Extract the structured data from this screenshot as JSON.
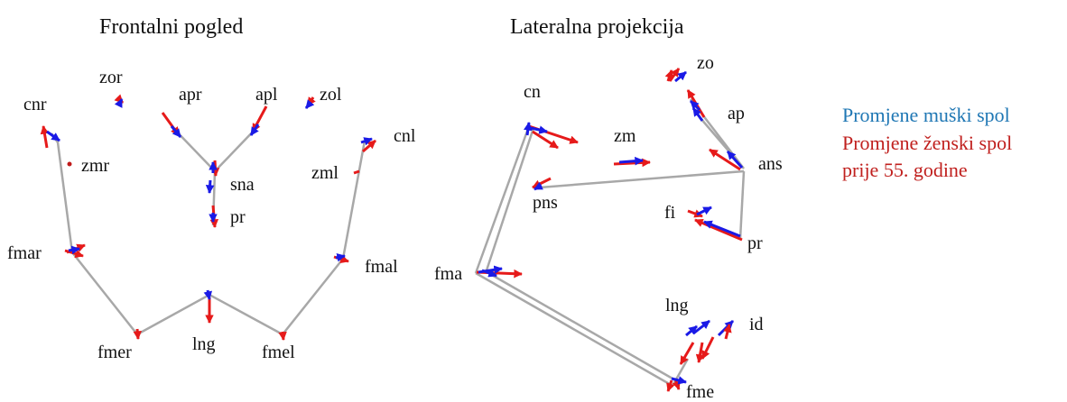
{
  "titles": {
    "frontal": "Frontalni pogled",
    "lateral": "Lateralna projekcija"
  },
  "legend": {
    "male": "Promjene muški spol",
    "female_line1": "Promjene ženski spol",
    "female_line2": "prije 55. godine",
    "male_color": "#1f77b4",
    "female_color": "#c0201e"
  },
  "colors": {
    "male_arrow": "#1a1ae6",
    "female_arrow": "#e61a1a",
    "edge": "#a8a8a8"
  },
  "frontal_labels": {
    "zor": "zor",
    "apr": "apr",
    "apl": "apl",
    "zol": "zol",
    "cnr": "cnr",
    "cnl": "cnl",
    "zmr": "zmr",
    "zml": "zml",
    "sna": "sna",
    "pr": "pr",
    "fmar": "fmar",
    "fmal": "fmal",
    "fmer": "fmer",
    "lng": "lng",
    "fmel": "fmel"
  },
  "lateral_labels": {
    "zo": "zo",
    "cn": "cn",
    "ap": "ap",
    "zm": "zm",
    "ans": "ans",
    "pns": "pns",
    "fi": "fi",
    "pr": "pr",
    "fma": "fma",
    "lng": "lng",
    "id": "id",
    "fme": "fme"
  }
}
